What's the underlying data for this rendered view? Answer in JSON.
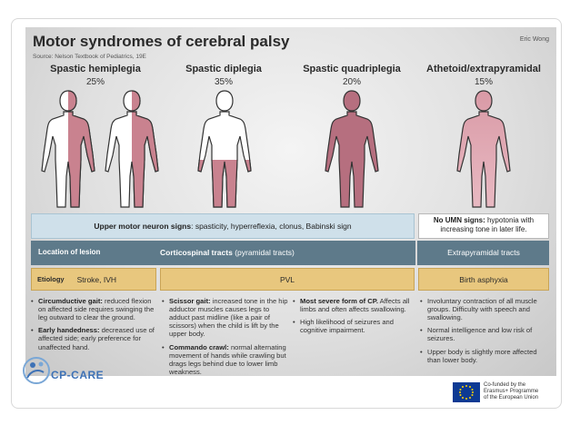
{
  "header": {
    "title": "Motor syndromes of cerebral palsy",
    "credit": "Eric Wong",
    "source": "Source: Nelson Textbook of Pediatrics, 19E"
  },
  "syndromes": [
    {
      "name": "Spastic hemiplegia",
      "percent": "25%"
    },
    {
      "name": "Spastic diplegia",
      "percent": "35%"
    },
    {
      "name": "Spastic quadriplegia",
      "percent": "20%"
    },
    {
      "name": "Athetoid/extrapyramidal",
      "percent": "15%"
    }
  ],
  "signs": {
    "umn_label": "Upper motor neuron signs",
    "umn_text": ": spasticity, hyperreflexia, clonus, Babinski sign",
    "no_umn_label": "No UMN signs:",
    "no_umn_text": " hypotonia with increasing tone in later life."
  },
  "lesion": {
    "label": "Location of lesion",
    "cst_bold": "Corticospinal tracts",
    "cst_rest": " (pyramidal tracts)",
    "extrapyramidal": "Extrapyramidal tracts"
  },
  "etiology": {
    "label": "Etiology",
    "hemiplegia": "Stroke, IVH",
    "middle": "PVL",
    "athetoid": "Birth asphyxia"
  },
  "descriptions": {
    "hemiplegia": [
      {
        "bold": "Circumductive gait:",
        "text": " reduced flexion on affected side requires swinging the leg outward to clear the ground."
      },
      {
        "bold": "Early handedness:",
        "text": " decreased use of affected side; early preference for unaffected hand."
      }
    ],
    "diplegia": [
      {
        "bold": "Scissor gait:",
        "text": " increased tone in the hip adductor muscles causes legs to adduct past midline (like a pair of scissors) when the child is lift by the upper body."
      },
      {
        "bold": "Commando crawl:",
        "text": " normal alternating movement of hands while crawling but drags legs behind due to lower limb weakness."
      }
    ],
    "quadriplegia": [
      {
        "bold": "Most severe form of CP.",
        "text": " Affects all limbs and often affects swallowing."
      },
      {
        "bold": "",
        "text": "High likelihood of seizures and cognitive impairment."
      }
    ],
    "athetoid": [
      {
        "bold": "",
        "text": "Involuntary contraction of all muscle groups. Difficulty with speech and swallowing."
      },
      {
        "bold": "",
        "text": "Normal intelligence and low risk of seizures."
      },
      {
        "bold": "",
        "text": "Upper body is slightly more affected than lower body."
      }
    ]
  },
  "footer": {
    "logo_text": "CP-CARE",
    "eu_line1": "Co-funded by the",
    "eu_line2": "Erasmus+ Programme",
    "eu_line3": "of the European Union"
  },
  "colors": {
    "affected": "#c9828f",
    "affected_strong": "#b66f7f",
    "unaffected": "#ffffff",
    "lesion_bar": "#5e7a8a",
    "umn_box": "#cfe0ea",
    "etiology_box": "#e8c77e"
  }
}
